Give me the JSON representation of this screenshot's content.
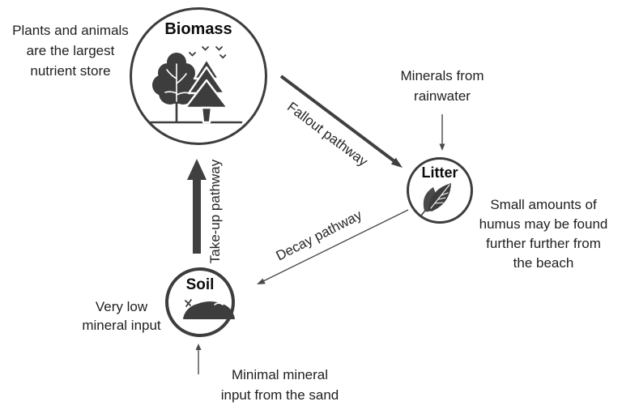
{
  "colors": {
    "ink": "#1f1f1f",
    "shape": "#3f3f3f",
    "background": "#ffffff"
  },
  "nodes": {
    "biomass": {
      "label": "Biomass",
      "icon": "forest-and-birds-icon"
    },
    "litter": {
      "label": "Litter",
      "icon": "leaf-icon"
    },
    "soil": {
      "label": "Soil",
      "icon": "soil-mound-icon"
    }
  },
  "pathways": {
    "fallout": {
      "label": "Fallout pathway"
    },
    "decay": {
      "label": "Decay pathway"
    },
    "takeup": {
      "label": "Take-up pathway"
    }
  },
  "annotations": {
    "biomass_note": {
      "lines": [
        "Plants and animals",
        "are the largest",
        "nutrient store"
      ]
    },
    "rainwater_note": {
      "lines": [
        "Minerals from",
        "rainwater"
      ]
    },
    "humus_note": {
      "lines": [
        "Small amounts of",
        "humus may be found",
        "further further from",
        "the beach"
      ]
    },
    "soil_note": {
      "lines": [
        "Very low",
        "mineral input"
      ]
    },
    "sand_note": {
      "lines": [
        "Minimal mineral",
        "input from the sand"
      ]
    }
  }
}
